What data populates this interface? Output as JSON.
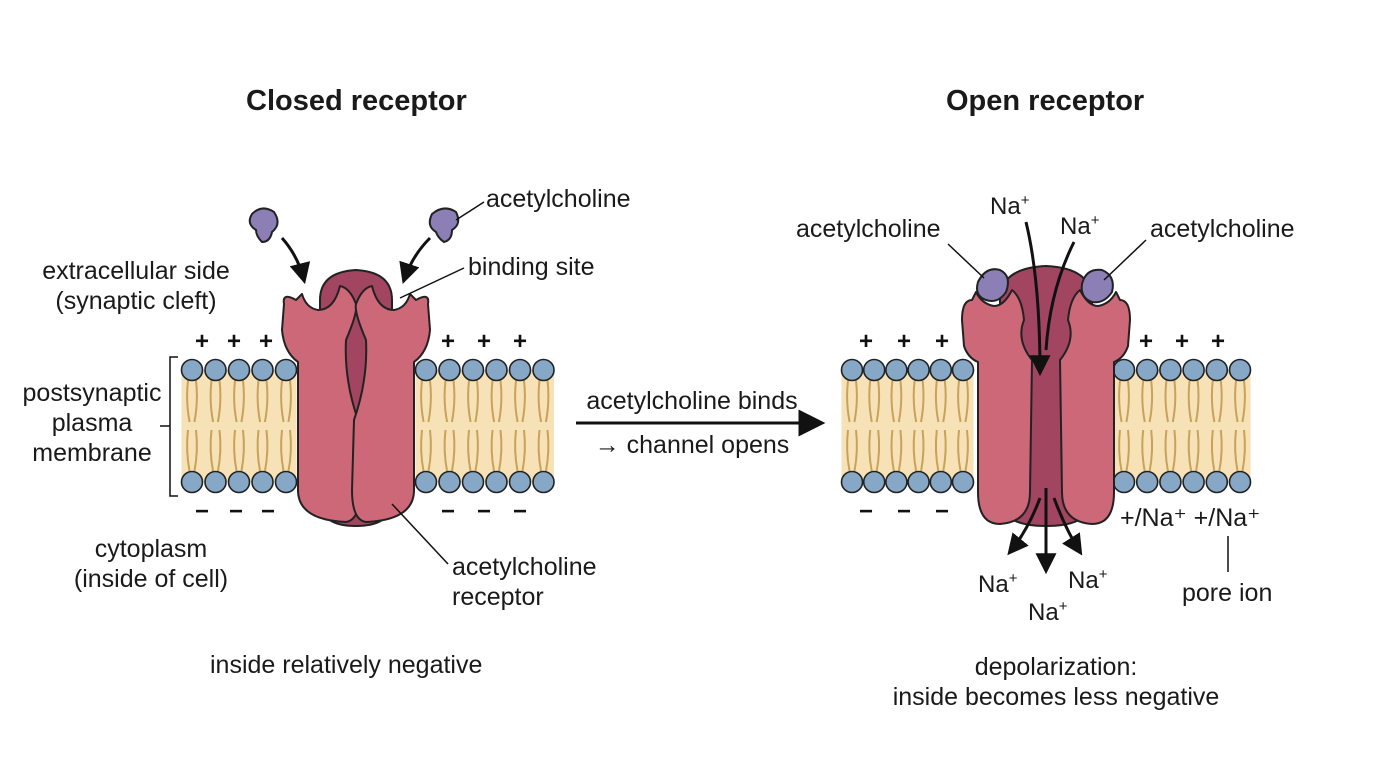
{
  "panels": {
    "closed": {
      "title": "Closed receptor",
      "labels": {
        "acetylcholine": "acetylcholine",
        "binding_site": "binding site",
        "extracellular_1": "extracellular side",
        "extracellular_2": "(synaptic cleft)",
        "membrane_1": "postsynaptic",
        "membrane_2": "plasma",
        "membrane_3": "membrane",
        "cytoplasm_1": "cytoplasm",
        "cytoplasm_2": "(inside of cell)",
        "receptor_1": "acetylcholine",
        "receptor_2": "receptor",
        "footer": "inside relatively negative"
      }
    },
    "transition": {
      "line1": "acetylcholine binds",
      "line2": "→ channel opens"
    },
    "open": {
      "title": "Open receptor",
      "labels": {
        "acetylcholine_left": "acetylcholine",
        "acetylcholine_right": "acetylcholine",
        "pore_ions": "+/Na⁺ +/Na⁺",
        "pore_ion": "pore ion",
        "footer_1": "depolarization:",
        "footer_2": "inside becomes less negative"
      },
      "ion": {
        "symbol": "Na",
        "charge": "+"
      }
    }
  },
  "charge_signs": {
    "positive": "+",
    "negative": "−"
  },
  "colors": {
    "lipid_head": "#86a7c6",
    "lipid_band": "#f6e2b6",
    "lipid_tail": "#c9a25a",
    "receptor": "#cc6878",
    "receptor_pore": "#a14560",
    "acetylcholine": "#8b7fb5",
    "outline": "#222222"
  }
}
